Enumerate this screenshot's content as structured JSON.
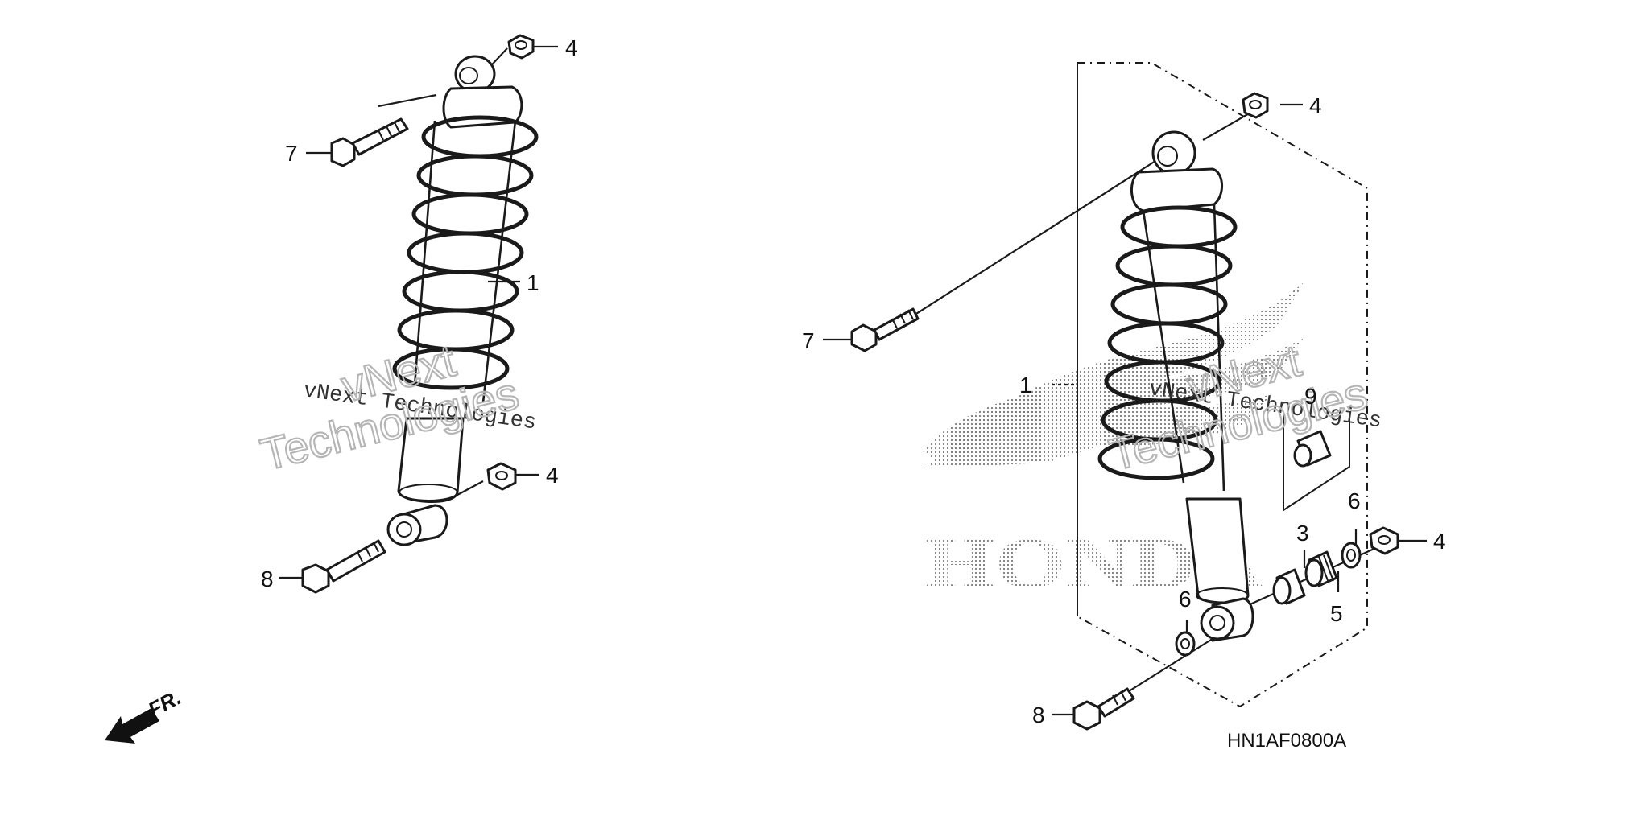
{
  "callouts": {
    "left_4_top": "4",
    "left_7": "7",
    "left_1": "1",
    "left_4_bottom": "4",
    "left_8": "8",
    "right_4_top": "4",
    "right_7": "7",
    "right_1": "1",
    "right_9": "9",
    "right_6_upper": "6",
    "right_3": "3",
    "right_4_side": "4",
    "right_5": "5",
    "right_6_lower": "6",
    "right_8": "8"
  },
  "diagram_code": "HN1AF0800A",
  "direction_label": "FR.",
  "watermark": {
    "line1": "vNext Technologies",
    "line2": "vNext",
    "line3": "Technologies"
  },
  "brand_logo_text": "HONDA",
  "colors": {
    "ink": "#1a1a1a",
    "watermark": "#b5b5b5",
    "logo_dots": "#7a7a7a"
  }
}
